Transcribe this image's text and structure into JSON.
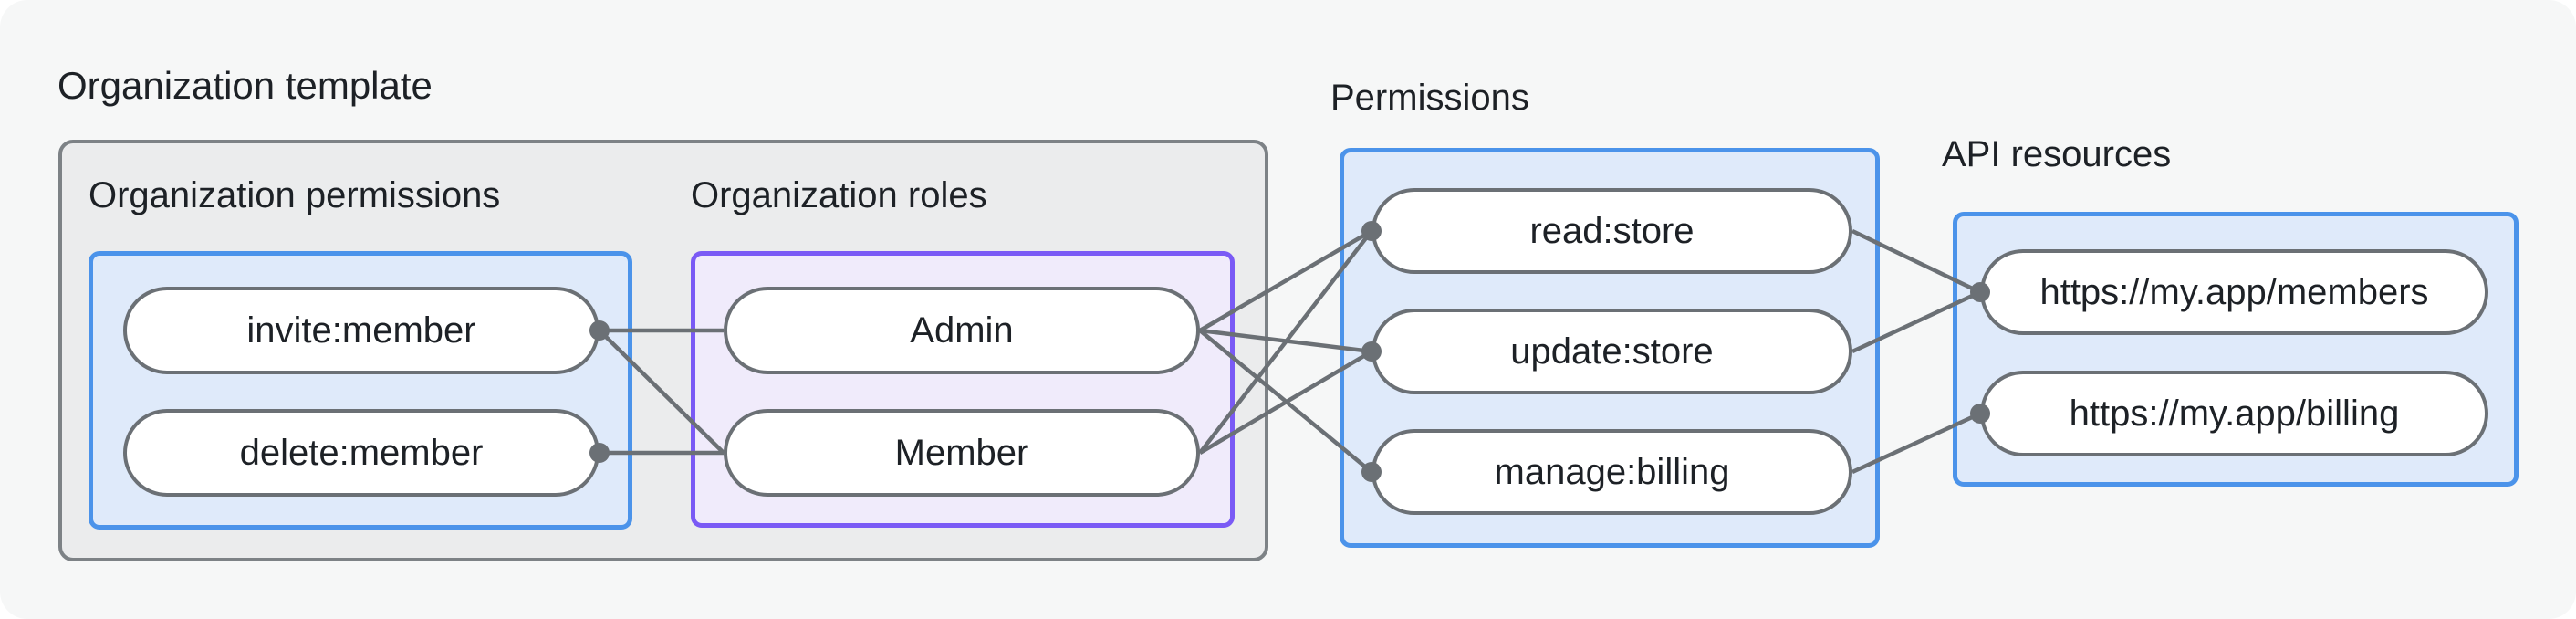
{
  "title": "Organization template",
  "org_template": {
    "permissions": {
      "label": "Organization permissions",
      "nodes": [
        {
          "label": "invite:member"
        },
        {
          "label": "delete:member"
        }
      ]
    },
    "roles": {
      "label": "Organization roles",
      "nodes": [
        {
          "label": "Admin"
        },
        {
          "label": "Member"
        }
      ]
    }
  },
  "permissions": {
    "label": "Permissions",
    "nodes": [
      {
        "label": "read:store"
      },
      {
        "label": "update:store"
      },
      {
        "label": "manage:billing"
      }
    ]
  },
  "api_resources": {
    "label": "API resources",
    "nodes": [
      {
        "label": "https://my.app/members"
      },
      {
        "label": "https://my.app/billing"
      }
    ]
  },
  "edges": [
    {
      "from": "invite:member",
      "to": "Admin"
    },
    {
      "from": "invite:member",
      "to": "Member"
    },
    {
      "from": "delete:member",
      "to": "Member"
    },
    {
      "from": "Admin",
      "to": "read:store"
    },
    {
      "from": "Admin",
      "to": "update:store"
    },
    {
      "from": "Admin",
      "to": "manage:billing"
    },
    {
      "from": "Member",
      "to": "read:store"
    },
    {
      "from": "Member",
      "to": "update:store"
    },
    {
      "from": "read:store",
      "to": "https://my.app/members"
    },
    {
      "from": "update:store",
      "to": "https://my.app/members"
    },
    {
      "from": "manage:billing",
      "to": "https://my.app/billing"
    }
  ],
  "colors": {
    "background": "#f6f7f7",
    "outer_box_fill": "#ebeced",
    "outer_box_border": "#7d8286",
    "blue_fill": "#dfeafa",
    "blue_border": "#4b93ea",
    "purple_fill": "#f0ebfb",
    "purple_border": "#7a5af5",
    "node_fill": "#ffffff",
    "node_border": "#6b7075",
    "edge": "#6b7075",
    "text": "#1d2126"
  }
}
